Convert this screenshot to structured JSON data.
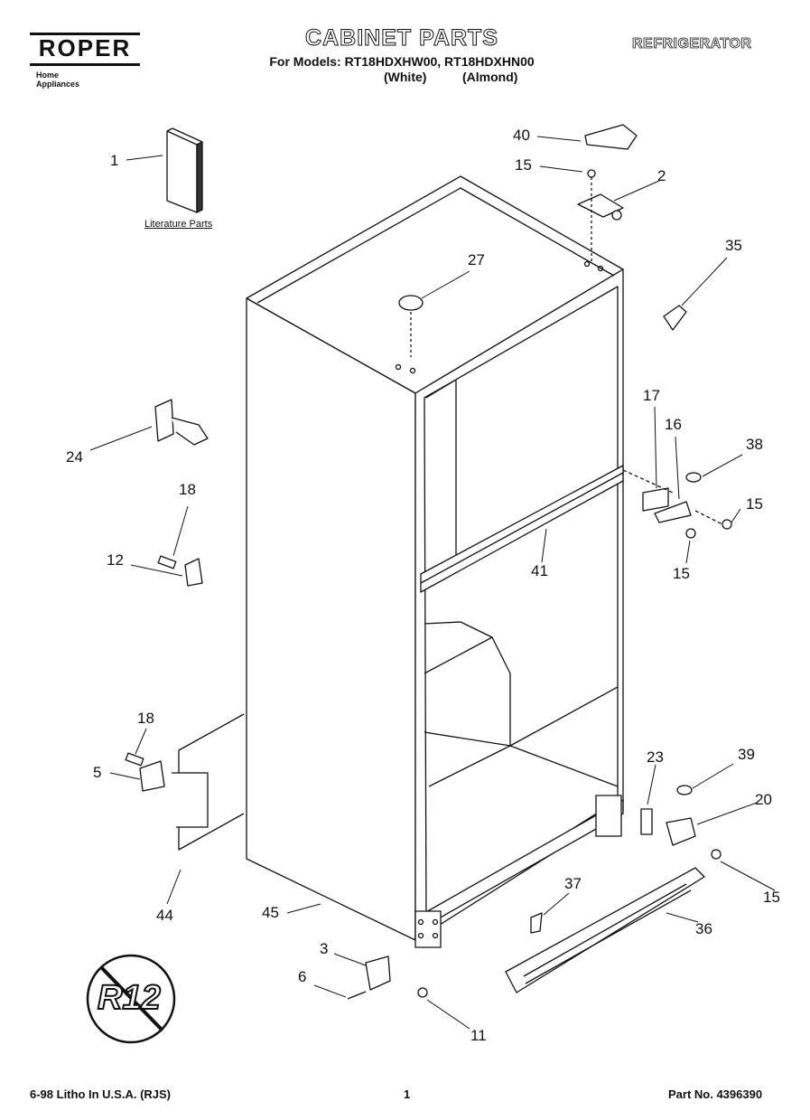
{
  "header": {
    "brand": "ROPER",
    "brand_subtitle": "Home Appliances",
    "title": "CABINET PARTS",
    "models_line": "For Models: RT18HDXHW00, RT18HDXHN00",
    "variant_white": "(White)",
    "variant_almond": "(Almond)",
    "appliance": "REFRIGERATOR"
  },
  "literature_label": "Literature Parts",
  "callouts": [
    "1",
    "40",
    "15",
    "2",
    "35",
    "27",
    "24",
    "18",
    "12",
    "17",
    "16",
    "38",
    "15",
    "15",
    "41",
    "18",
    "5",
    "44",
    "45",
    "23",
    "39",
    "20",
    "15",
    "37",
    "36",
    "3",
    "6",
    "11"
  ],
  "badge": "R12",
  "footer": {
    "left": "6-98 Litho In U.S.A. (RJS)",
    "page": "1",
    "part_no": "Part No. 4396390"
  }
}
